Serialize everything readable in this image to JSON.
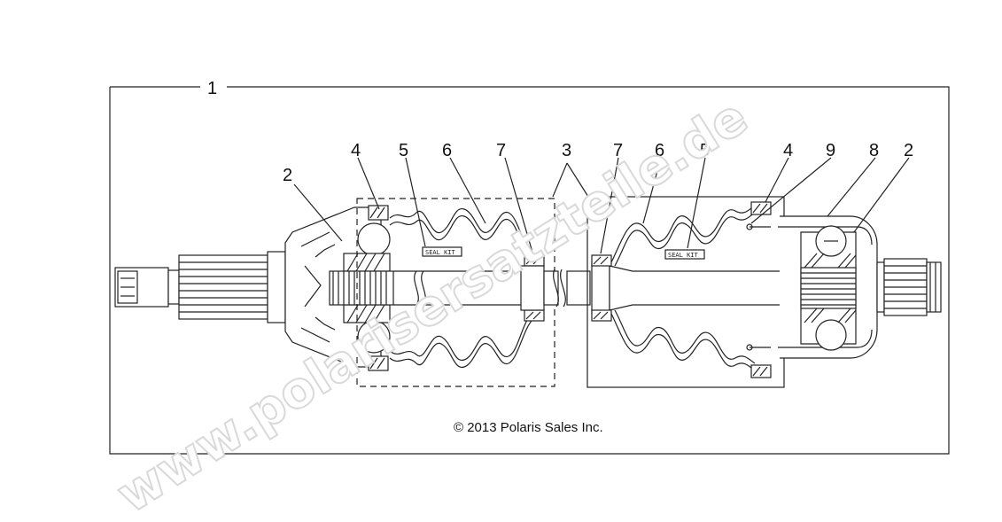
{
  "diagram": {
    "copyright": "© 2013 Polaris Sales Inc.",
    "watermark": "www.polarisersatzteile.de",
    "callouts": {
      "assembly": "1",
      "left_joint": "2",
      "right_joint": "2",
      "shaft": "3",
      "left_clamp": "4",
      "right_clamp": "4",
      "left_small_clamp": "5",
      "right_small_clamp": "5",
      "left_boot": "6",
      "right_boot": "6",
      "left_ring": "7",
      "right_ring": "7",
      "housing": "8",
      "circlip": "9"
    },
    "left_tag": "SEAL KIT",
    "right_tag": "SEAL KIT"
  }
}
